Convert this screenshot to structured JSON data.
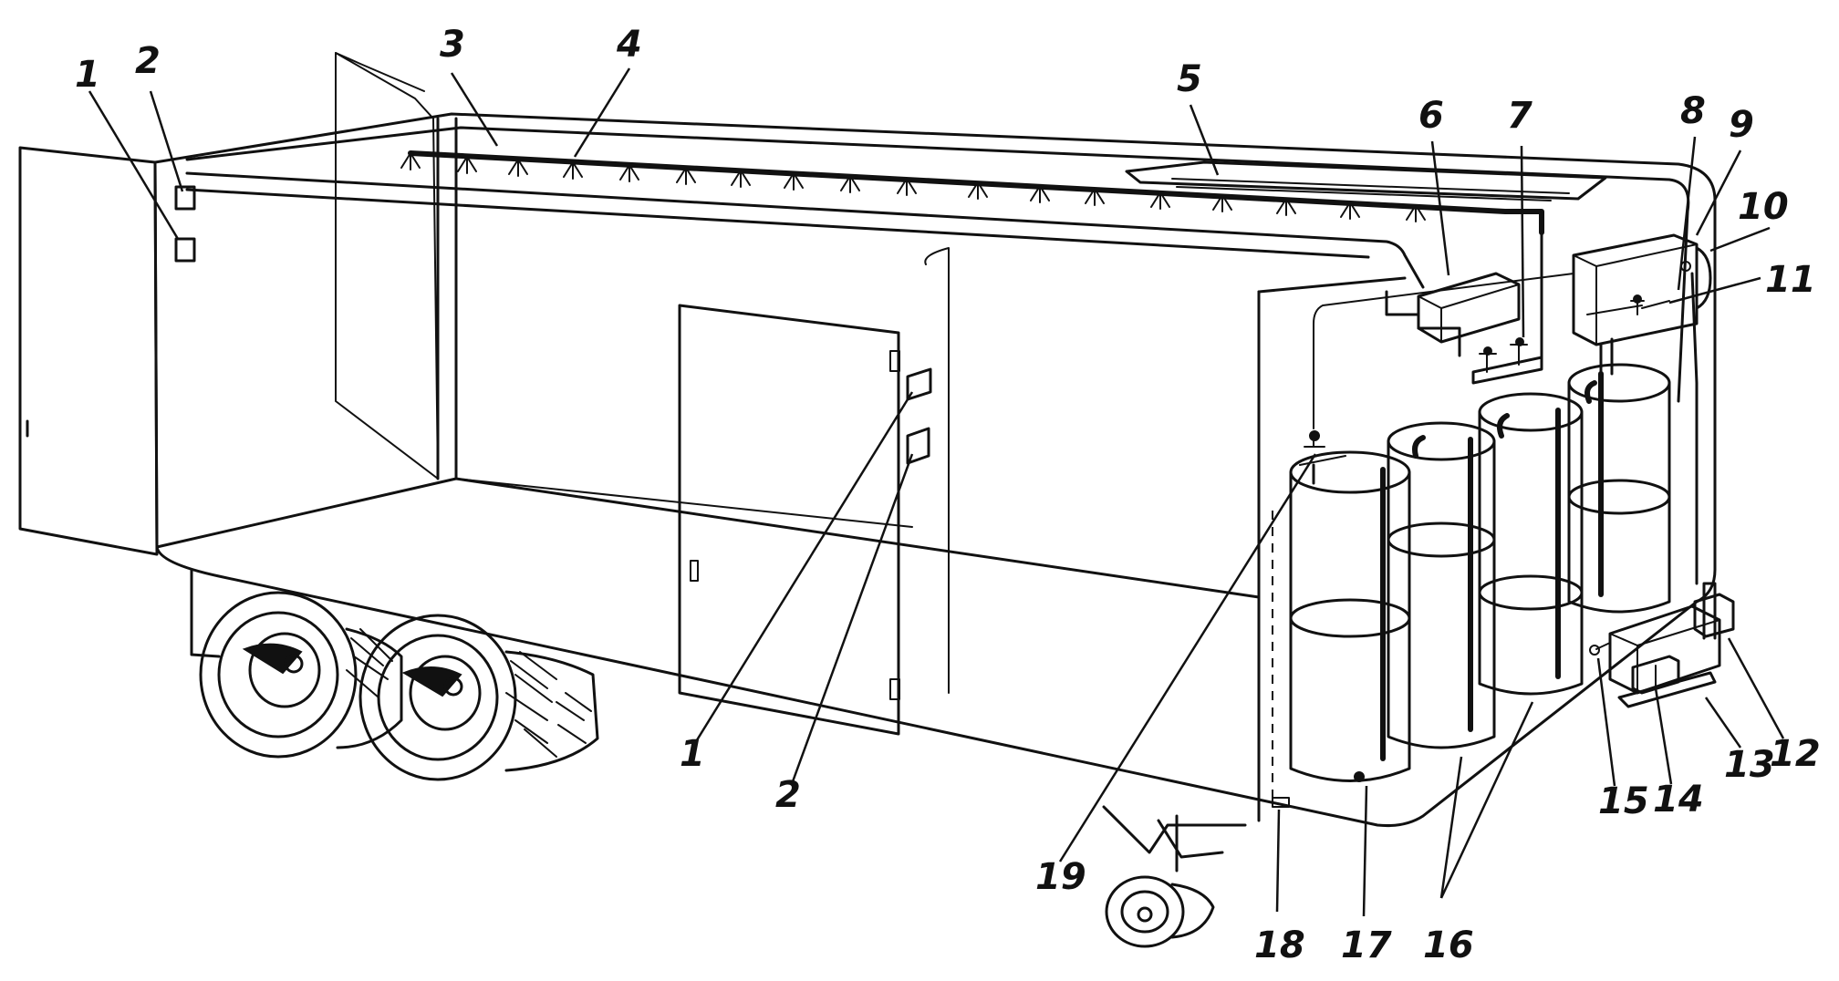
{
  "diagram": {
    "ink_color": "#111111",
    "background_color": "#ffffff",
    "callouts": [
      {
        "id": "c1-left",
        "label": "1"
      },
      {
        "id": "c2-left",
        "label": "2"
      },
      {
        "id": "c3",
        "label": "3"
      },
      {
        "id": "c4",
        "label": "4"
      },
      {
        "id": "c5",
        "label": "5"
      },
      {
        "id": "c6",
        "label": "6"
      },
      {
        "id": "c7",
        "label": "7"
      },
      {
        "id": "c8",
        "label": "8"
      },
      {
        "id": "c9",
        "label": "9"
      },
      {
        "id": "c10",
        "label": "10"
      },
      {
        "id": "c11",
        "label": "11"
      },
      {
        "id": "c1-mid",
        "label": "1"
      },
      {
        "id": "c2-mid",
        "label": "2"
      },
      {
        "id": "c12",
        "label": "12"
      },
      {
        "id": "c13",
        "label": "13"
      },
      {
        "id": "c14",
        "label": "14"
      },
      {
        "id": "c15",
        "label": "15"
      },
      {
        "id": "c16",
        "label": "16"
      },
      {
        "id": "c17",
        "label": "17"
      },
      {
        "id": "c18",
        "label": "18"
      },
      {
        "id": "c19",
        "label": "19"
      }
    ]
  }
}
